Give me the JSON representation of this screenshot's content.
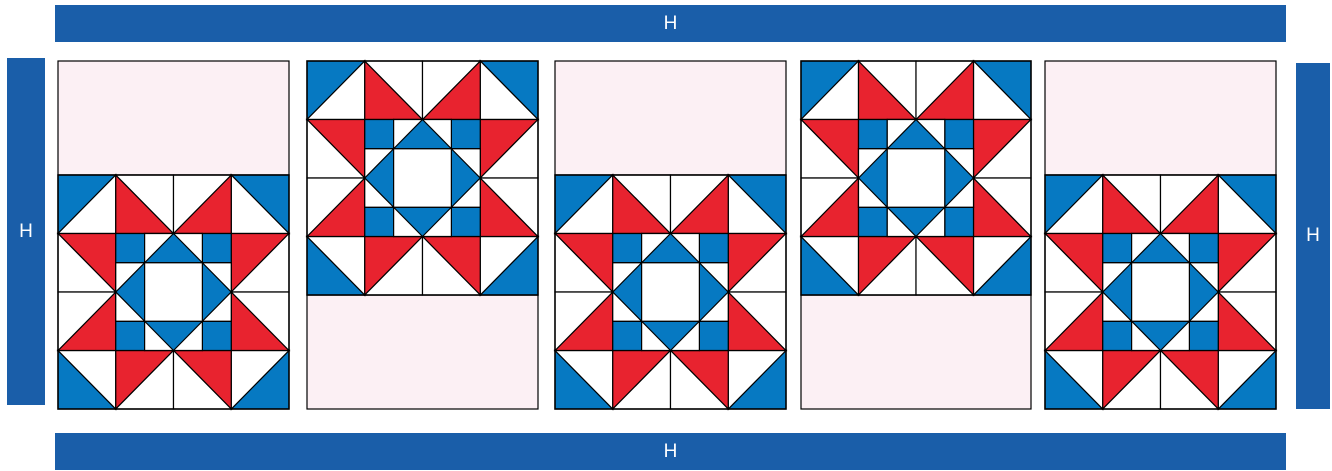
{
  "border_labels": {
    "top": "H",
    "bottom": "H",
    "left": "H",
    "right": "H"
  },
  "colors": {
    "border": "#1a5ea9",
    "blue": "#0679c2",
    "red": "#e8232f",
    "white": "#ffffff",
    "filler": "#fcf0f4",
    "outline": "#000000"
  },
  "blocks": [
    {
      "id": "block-1",
      "star": "bottom",
      "filler": "top"
    },
    {
      "id": "block-2",
      "star": "top",
      "filler": "bottom"
    },
    {
      "id": "block-3",
      "star": "bottom",
      "filler": "top"
    },
    {
      "id": "block-4",
      "star": "top",
      "filler": "bottom"
    },
    {
      "id": "block-5",
      "star": "bottom",
      "filler": "top"
    }
  ]
}
